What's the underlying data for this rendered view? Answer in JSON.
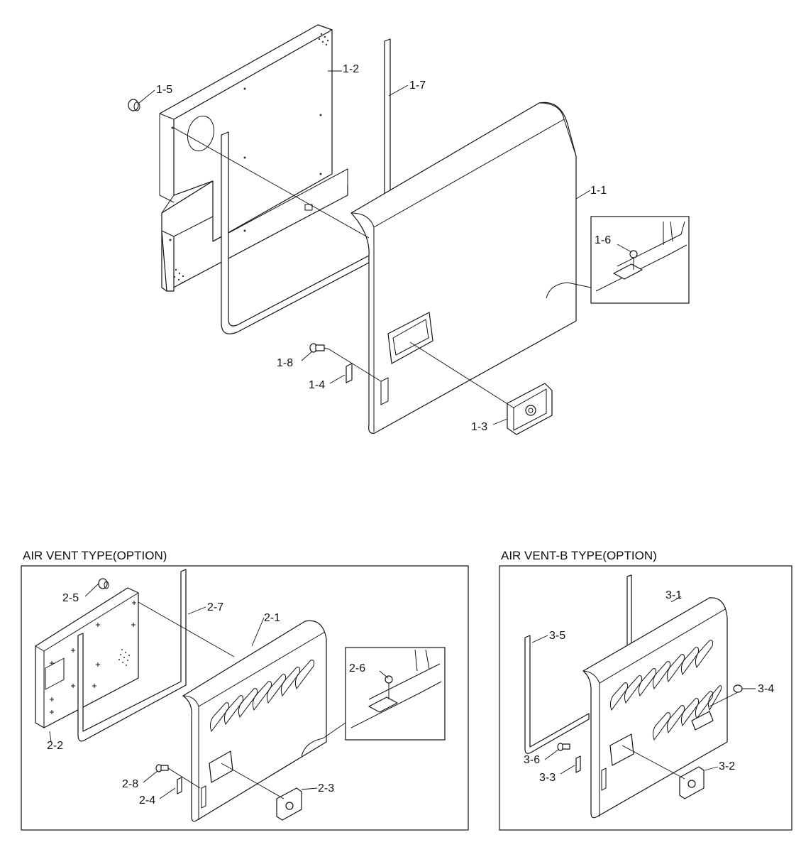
{
  "main_diagram": {
    "callouts": {
      "p1_1": "1-1",
      "p1_2": "1-2",
      "p1_3": "1-3",
      "p1_4": "1-4",
      "p1_5": "1-5",
      "p1_6": "1-6",
      "p1_7": "1-7",
      "p1_8": "1-8"
    }
  },
  "air_vent_option": {
    "title": "AIR VENT TYPE(OPTION)",
    "callouts": {
      "p2_1": "2-1",
      "p2_2": "2-2",
      "p2_3": "2-3",
      "p2_4": "2-4",
      "p2_5": "2-5",
      "p2_6": "2-6",
      "p2_7": "2-7",
      "p2_8": "2-8"
    }
  },
  "air_vent_b_option": {
    "title": "AIR VENT-B TYPE(OPTION)",
    "callouts": {
      "p3_1": "3-1",
      "p3_2": "3-2",
      "p3_3": "3-3",
      "p3_4": "3-4",
      "p3_5": "3-5",
      "p3_6": "3-6"
    }
  }
}
